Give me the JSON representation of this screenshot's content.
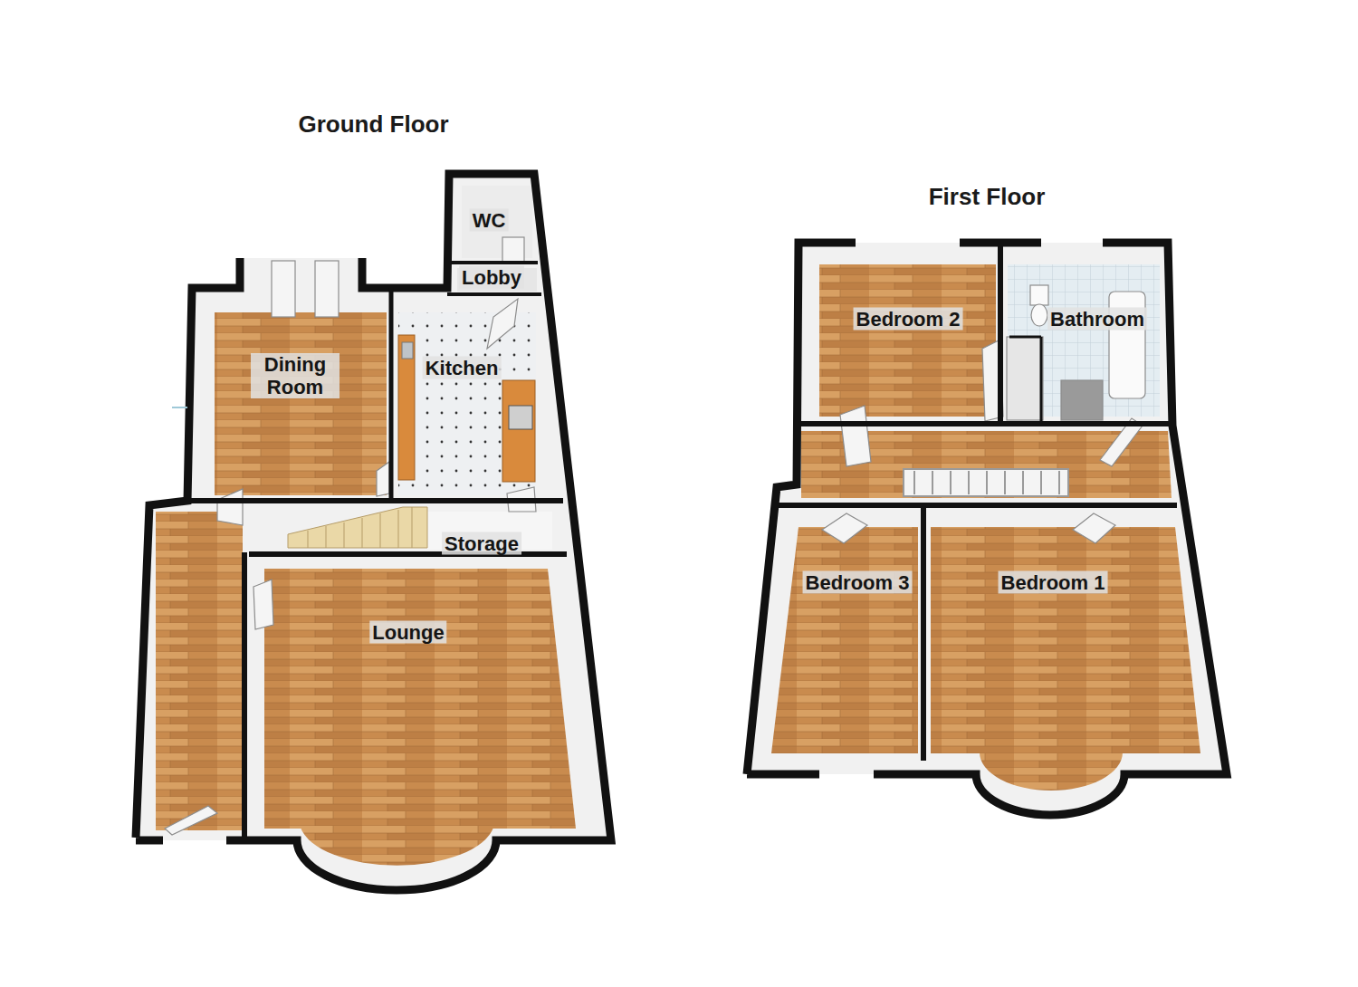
{
  "diagram": {
    "nodes": [
      {
        "text": [
          "Ground Floor"
        ]
      },
      {
        "text": [
          "WC"
        ],
        "in": 0
      },
      {
        "text": [
          "Lobby"
        ],
        "in": 0
      },
      {
        "text": [
          "Dining Room"
        ],
        "in": 0
      },
      {
        "text": [
          "Kitchen"
        ],
        "in": 0
      },
      {
        "text": [
          "Storage"
        ],
        "in": 0
      },
      {
        "text": [
          "Lounge"
        ],
        "in": 0
      },
      {
        "text": [
          "First Floor"
        ]
      },
      {
        "text": [
          "Bedroom 2"
        ],
        "in": 7
      },
      {
        "text": [
          "Bathroom"
        ],
        "in": 7
      },
      {
        "text": [
          "Bedroom 3"
        ],
        "in": 7
      },
      {
        "text": [
          "Bedroom 1"
        ],
        "in": 7
      }
    ]
  }
}
